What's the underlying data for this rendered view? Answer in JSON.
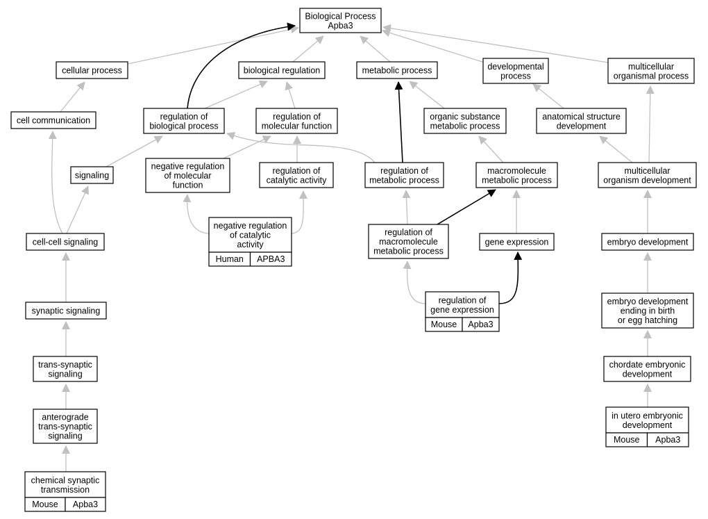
{
  "graph": {
    "root": "Biological Process\nApba3",
    "nodes": [
      {
        "id": "bp",
        "label": "Biological Process\nApba3"
      },
      {
        "id": "cellular_process",
        "label": "cellular process"
      },
      {
        "id": "biological_regulation",
        "label": "biological regulation"
      },
      {
        "id": "metabolic_process",
        "label": "metabolic process"
      },
      {
        "id": "developmental_process",
        "label": "developmental\nprocess"
      },
      {
        "id": "multicellular_organismal_process",
        "label": "multicellular\norganismal process"
      },
      {
        "id": "cell_communication",
        "label": "cell communication"
      },
      {
        "id": "regulation_of_biological_process",
        "label": "regulation of\nbiological process"
      },
      {
        "id": "regulation_of_molecular_function",
        "label": "regulation of\nmolecular function"
      },
      {
        "id": "organic_substance_metabolic_process",
        "label": "organic substance\nmetabolic process"
      },
      {
        "id": "anatomical_structure_development",
        "label": "anatomical structure\ndevelopment"
      },
      {
        "id": "signaling",
        "label": "signaling"
      },
      {
        "id": "negative_regulation_of_molecular_function",
        "label": "negative regulation\nof molecular\nfunction"
      },
      {
        "id": "regulation_of_catalytic_activity",
        "label": "regulation of\ncatalytic activity"
      },
      {
        "id": "regulation_of_metabolic_process",
        "label": "regulation of\nmetabolic process"
      },
      {
        "id": "macromolecule_metabolic_process",
        "label": "macromolecule\nmetabolic process"
      },
      {
        "id": "multicellular_organism_development",
        "label": "multicellular\norganism development"
      },
      {
        "id": "cell_cell_signaling",
        "label": "cell-cell signaling"
      },
      {
        "id": "negative_regulation_of_catalytic_activity",
        "label": "negative regulation\nof catalytic\nactivity",
        "annotation": {
          "species": "Human",
          "gene": "APBA3",
          "color": "#f4604a"
        }
      },
      {
        "id": "regulation_of_macromolecule_metabolic_process",
        "label": "regulation of\nmacromolecule\nmetabolic process"
      },
      {
        "id": "gene_expression",
        "label": "gene expression"
      },
      {
        "id": "embryo_development",
        "label": "embryo development"
      },
      {
        "id": "synaptic_signaling",
        "label": "synaptic signaling"
      },
      {
        "id": "regulation_of_gene_expression",
        "label": "regulation of\ngene expression",
        "annotation": {
          "species": "Mouse",
          "gene": "Apba3",
          "color": "#add8e6"
        }
      },
      {
        "id": "embryo_development_ending_in_birth",
        "label": "embryo development\nending in birth\nor egg hatching"
      },
      {
        "id": "trans_synaptic_signaling",
        "label": "trans-synaptic\nsignaling"
      },
      {
        "id": "chordate_embryonic_development",
        "label": "chordate embryonic\ndevelopment"
      },
      {
        "id": "anterograde_trans_synaptic_signaling",
        "label": "anterograde\ntrans-synaptic\nsignaling"
      },
      {
        "id": "in_utero_embryonic_development",
        "label": "in utero embryonic\ndevelopment",
        "annotation": {
          "species": "Mouse",
          "gene": "Apba3",
          "color": "#add8e6"
        }
      },
      {
        "id": "chemical_synaptic_transmission",
        "label": "chemical synaptic\ntransmission",
        "annotation": {
          "species": "Mouse",
          "gene": "Apba3",
          "color": "#add8e6"
        }
      }
    ],
    "edges": [
      {
        "from": "cellular_process",
        "to": "bp",
        "bold": false
      },
      {
        "from": "biological_regulation",
        "to": "bp",
        "bold": false
      },
      {
        "from": "metabolic_process",
        "to": "bp",
        "bold": false
      },
      {
        "from": "developmental_process",
        "to": "bp",
        "bold": false
      },
      {
        "from": "multicellular_organismal_process",
        "to": "bp",
        "bold": false
      },
      {
        "from": "regulation_of_biological_process",
        "to": "bp",
        "bold": true
      },
      {
        "from": "cell_communication",
        "to": "cellular_process",
        "bold": false
      },
      {
        "from": "regulation_of_biological_process",
        "to": "biological_regulation",
        "bold": false
      },
      {
        "from": "regulation_of_molecular_function",
        "to": "biological_regulation",
        "bold": false
      },
      {
        "from": "organic_substance_metabolic_process",
        "to": "metabolic_process",
        "bold": false
      },
      {
        "from": "regulation_of_metabolic_process",
        "to": "metabolic_process",
        "bold": true
      },
      {
        "from": "anatomical_structure_development",
        "to": "developmental_process",
        "bold": false
      },
      {
        "from": "multicellular_organism_development",
        "to": "multicellular_organismal_process",
        "bold": false
      },
      {
        "from": "signaling",
        "to": "regulation_of_biological_process",
        "bold": false
      },
      {
        "from": "regulation_of_metabolic_process",
        "to": "regulation_of_biological_process",
        "bold": false
      },
      {
        "from": "negative_regulation_of_molecular_function",
        "to": "regulation_of_molecular_function",
        "bold": false
      },
      {
        "from": "regulation_of_catalytic_activity",
        "to": "regulation_of_molecular_function",
        "bold": false
      },
      {
        "from": "macromolecule_metabolic_process",
        "to": "organic_substance_metabolic_process",
        "bold": false
      },
      {
        "from": "multicellular_organism_development",
        "to": "anatomical_structure_development",
        "bold": false
      },
      {
        "from": "cell_cell_signaling",
        "to": "cell_communication",
        "bold": false
      },
      {
        "from": "cell_cell_signaling",
        "to": "signaling",
        "bold": false
      },
      {
        "from": "negative_regulation_of_catalytic_activity",
        "to": "negative_regulation_of_molecular_function",
        "bold": false
      },
      {
        "from": "negative_regulation_of_catalytic_activity",
        "to": "regulation_of_catalytic_activity",
        "bold": false
      },
      {
        "from": "regulation_of_macromolecule_metabolic_process",
        "to": "regulation_of_metabolic_process",
        "bold": false
      },
      {
        "from": "regulation_of_macromolecule_metabolic_process",
        "to": "macromolecule_metabolic_process",
        "bold": true
      },
      {
        "from": "gene_expression",
        "to": "macromolecule_metabolic_process",
        "bold": false
      },
      {
        "from": "embryo_development",
        "to": "multicellular_organism_development",
        "bold": false
      },
      {
        "from": "synaptic_signaling",
        "to": "cell_cell_signaling",
        "bold": false
      },
      {
        "from": "regulation_of_gene_expression",
        "to": "regulation_of_macromolecule_metabolic_process",
        "bold": false
      },
      {
        "from": "regulation_of_gene_expression",
        "to": "gene_expression",
        "bold": true
      },
      {
        "from": "embryo_development_ending_in_birth",
        "to": "embryo_development",
        "bold": false
      },
      {
        "from": "trans_synaptic_signaling",
        "to": "synaptic_signaling",
        "bold": false
      },
      {
        "from": "chordate_embryonic_development",
        "to": "embryo_development_ending_in_birth",
        "bold": false
      },
      {
        "from": "anterograde_trans_synaptic_signaling",
        "to": "trans_synaptic_signaling",
        "bold": false
      },
      {
        "from": "in_utero_embryonic_development",
        "to": "chordate_embryonic_development",
        "bold": false
      },
      {
        "from": "chemical_synaptic_transmission",
        "to": "anterograde_trans_synaptic_signaling",
        "bold": false
      }
    ]
  }
}
